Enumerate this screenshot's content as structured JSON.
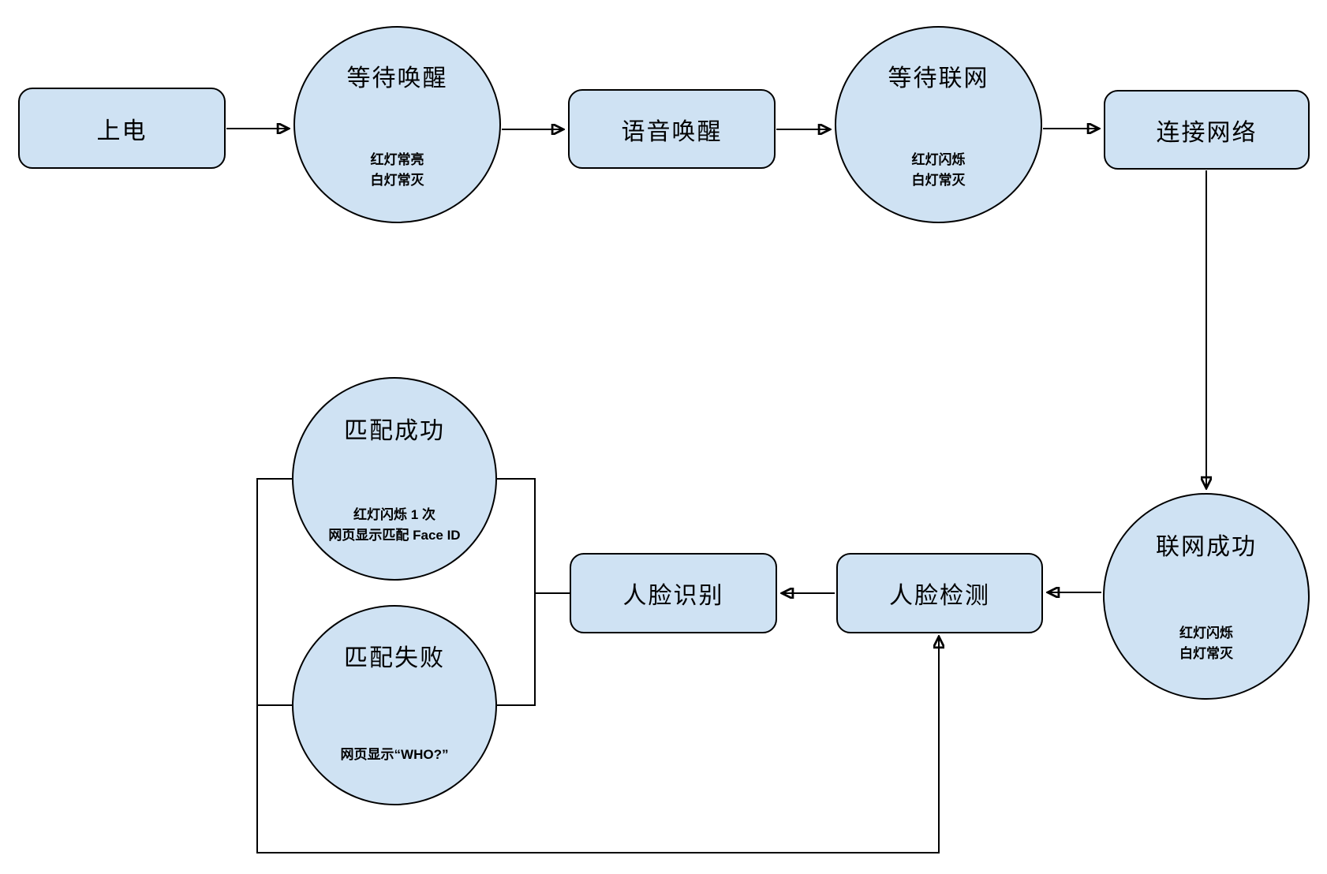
{
  "colors": {
    "background": "#ffffff",
    "node_fill": "#cfe2f3",
    "node_stroke": "#000000",
    "edge": "#000000"
  },
  "nodes": {
    "power_on": {
      "label": "上电"
    },
    "wait_wake": {
      "label": "等待唤醒",
      "note1": "红灯常亮",
      "note2": "白灯常灭"
    },
    "voice_wake": {
      "label": "语音唤醒"
    },
    "wait_net": {
      "label": "等待联网",
      "note1": "红灯闪烁",
      "note2": "白灯常灭"
    },
    "connect_net": {
      "label": "连接网络"
    },
    "net_ok": {
      "label": "联网成功",
      "note1": "红灯闪烁",
      "note2": "白灯常灭"
    },
    "face_detect": {
      "label": "人脸检测"
    },
    "face_recog": {
      "label": "人脸识别"
    },
    "match_ok": {
      "label": "匹配成功",
      "note1": "红灯闪烁 1 次",
      "note2": "网页显示匹配 Face ID"
    },
    "match_fail": {
      "label": "匹配失败",
      "note1": "网页显示“WHO?”"
    }
  }
}
